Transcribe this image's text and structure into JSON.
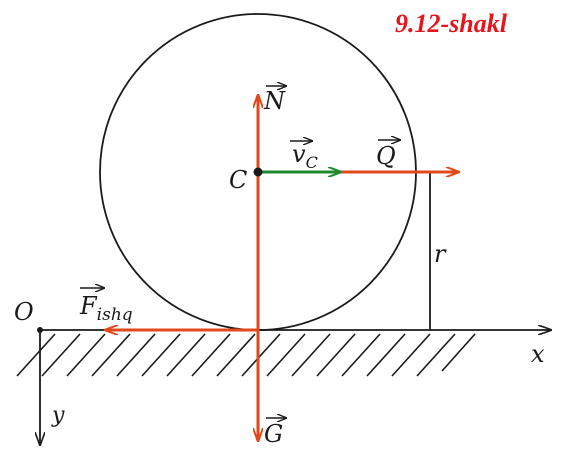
{
  "figure": {
    "caption": "9.12-shakl",
    "caption_color": "#e8141c",
    "vector_color": "#e0491c",
    "velocity_color": "#1e8a2e",
    "line_color": "#1a1a1a"
  },
  "labels": {
    "origin": "O",
    "x_axis": "x",
    "y_axis": "y",
    "center": "C",
    "radius": "r",
    "normal": "N",
    "weight": "G",
    "force_q": "Q",
    "velocity_base": "v",
    "velocity_sub": "C",
    "friction_base": "F",
    "friction_sub": "ishq"
  }
}
